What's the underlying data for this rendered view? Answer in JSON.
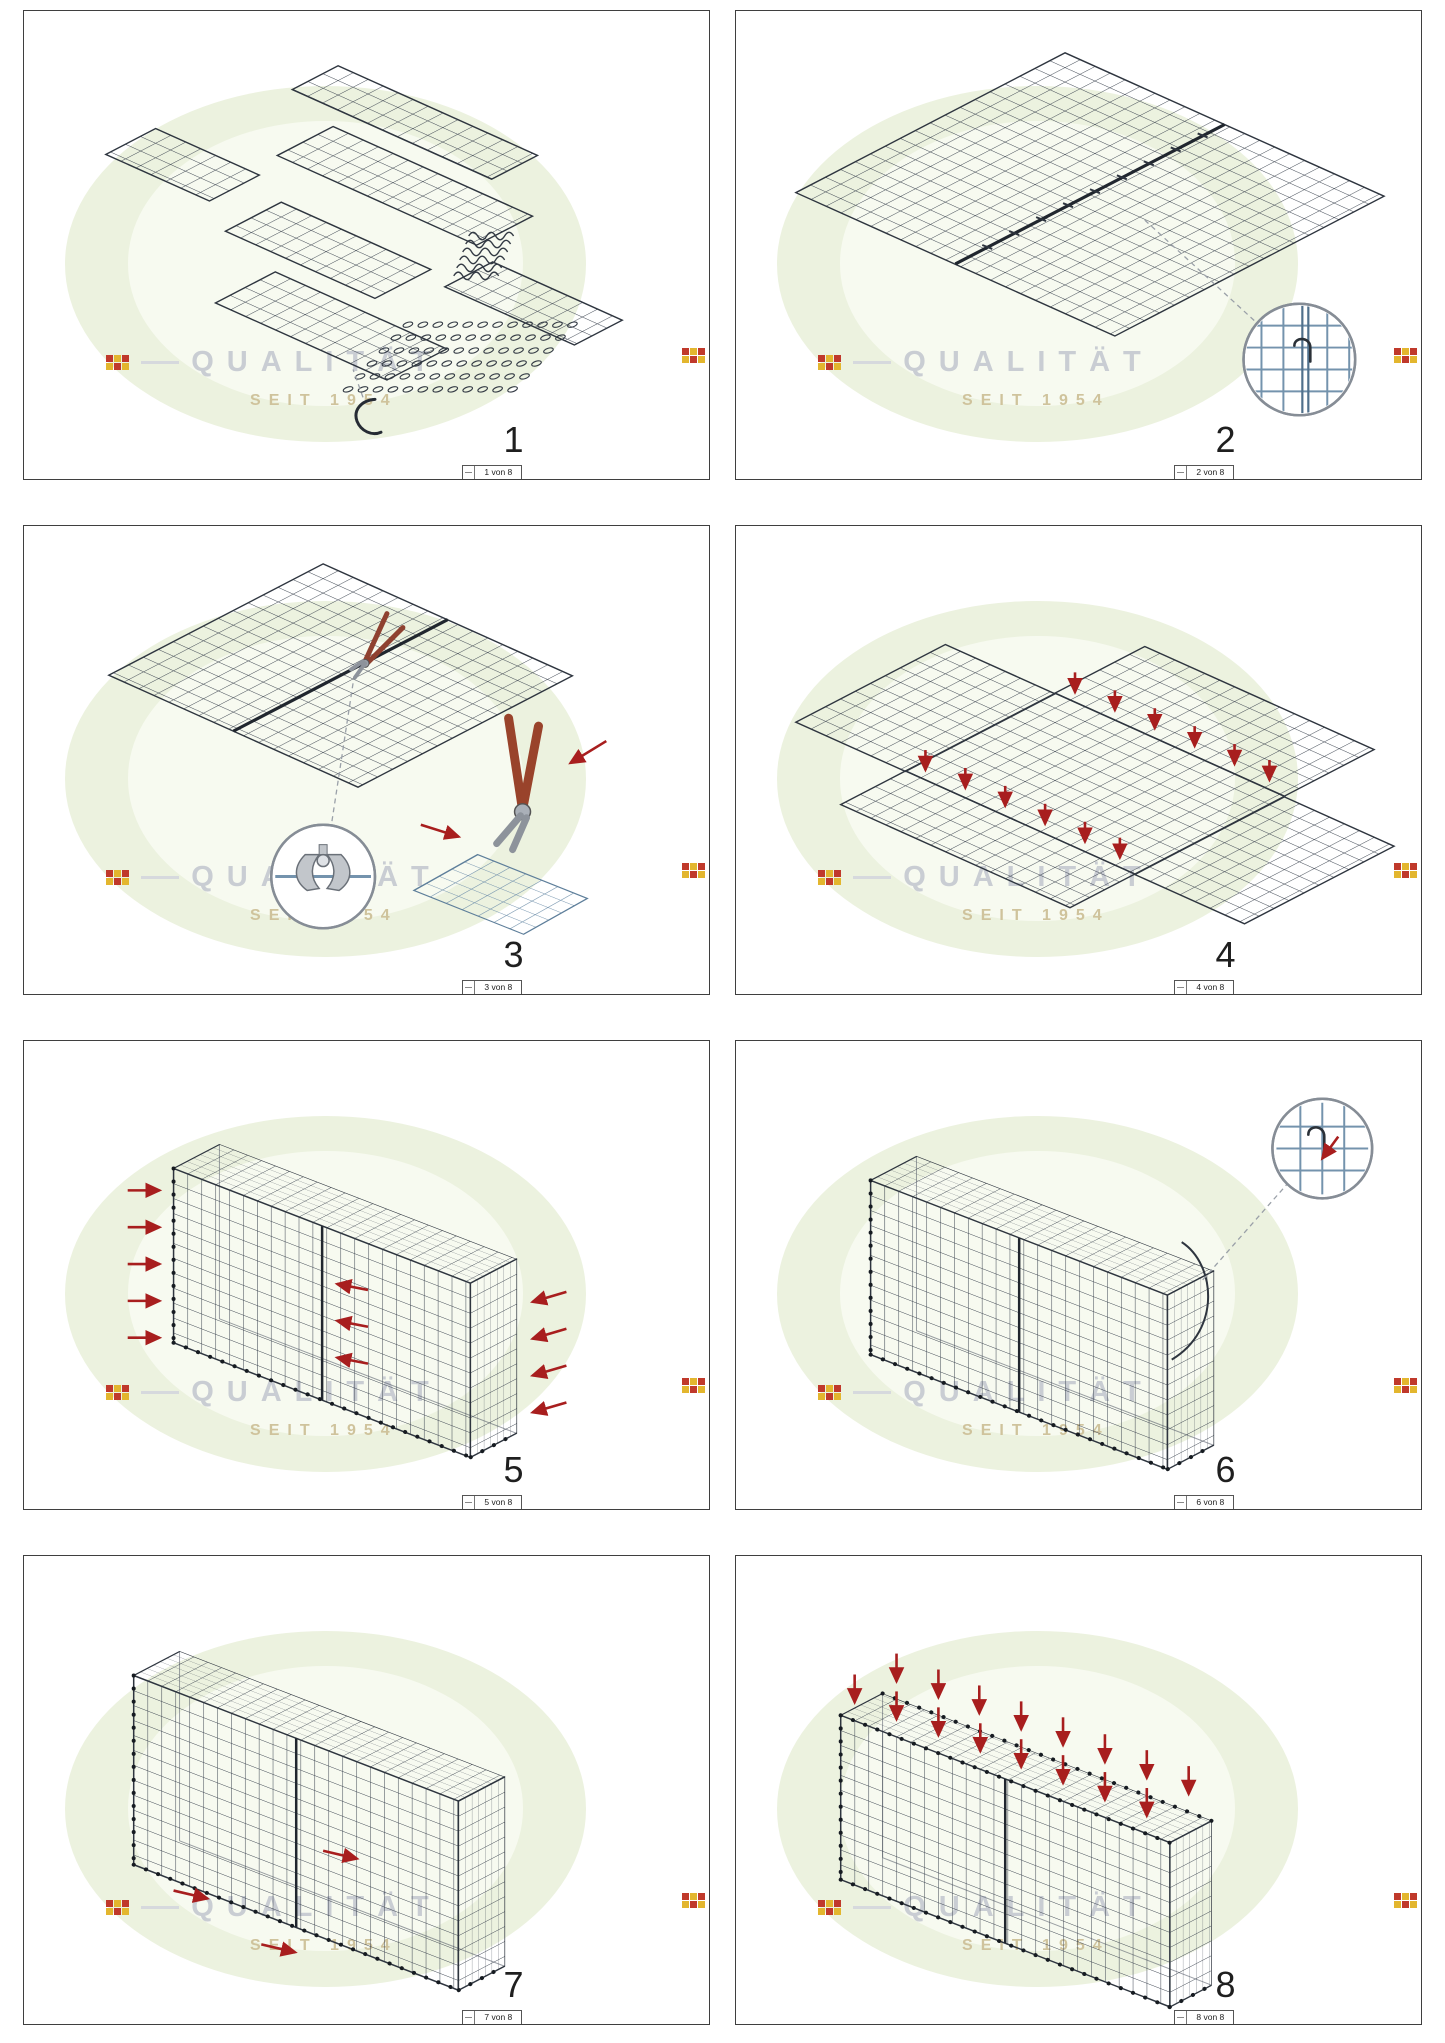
{
  "sheet": {
    "watermark": {
      "line1": "QUALITÄT",
      "line2": "SEIT 1954"
    },
    "panels": [
      {
        "step": "1",
        "page_label": "1 von 8"
      },
      {
        "step": "2",
        "page_label": "2 von 8"
      },
      {
        "step": "3",
        "page_label": "3 von 8"
      },
      {
        "step": "4",
        "page_label": "4 von 8"
      },
      {
        "step": "5",
        "page_label": "5 von 8"
      },
      {
        "step": "6",
        "page_label": "6 von 8"
      },
      {
        "step": "7",
        "page_label": "7 von 8"
      },
      {
        "step": "8",
        "page_label": "8 von 8"
      }
    ]
  }
}
